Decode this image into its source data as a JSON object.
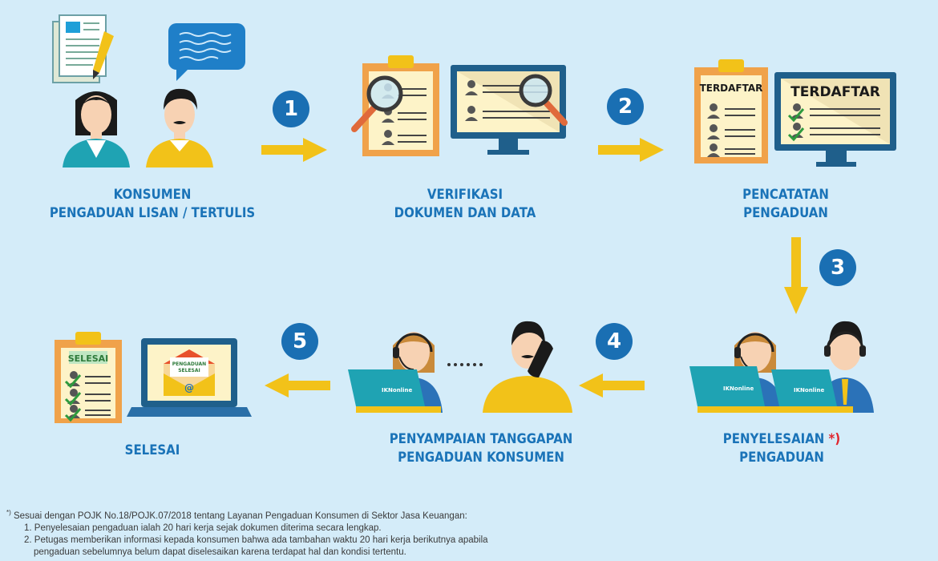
{
  "steps": {
    "consumer": {
      "line1": "KONSUMEN",
      "line2": "PENGADUAN LISAN / TERTULIS"
    },
    "verify": {
      "line1": "VERIFIKASI",
      "line2": "DOKUMEN DAN DATA"
    },
    "record": {
      "line1": "PENCATATAN",
      "line2": "PENGADUAN",
      "tag": "TERDAFTAR"
    },
    "resolve": {
      "line1": "PENYELESAIAN",
      "asterisk": "*)",
      "line2": "PENGADUAN"
    },
    "response": {
      "line1": "PENYAMPAIAN TANGGAPAN",
      "line2": "PENGADUAN KONSUMEN"
    },
    "done": {
      "line1": "SELESAI",
      "tag": "SELESAI",
      "envelope_line1": "PENGADUAN",
      "envelope_line2": "SELESAI",
      "envelope_at": "@"
    }
  },
  "badges": [
    "1",
    "2",
    "3",
    "4",
    "5"
  ],
  "laptop_logo": "IKNonline",
  "footnote": {
    "marker": "*)",
    "intro": "Sesuai dengan POJK No.18/POJK.07/2018 tentang Layanan Pengaduan Konsumen di Sektor Jasa Keuangan:",
    "item1": "1. Penyelesaian pengaduan ialah 20 hari kerja sejak dokumen diterima secara lengkap.",
    "item2a": "2. Petugas memberikan informasi kepada konsumen bahwa ada tambahan waktu 20 hari kerja berikutnya apabila",
    "item2b": "pengaduan sebelumnya belum dapat diselesaikan karena terdapat hal dan kondisi tertentu."
  },
  "colors": {
    "background": "#d4ecf9",
    "label_blue": "#1a73b8",
    "badge_blue": "#1a6fb3",
    "arrow_yellow": "#f2c219",
    "asterisk_red": "#e0262e"
  },
  "icons": [
    "document-pencil-icon",
    "chat-bubble-icon",
    "clipboard-icon",
    "monitor-icon",
    "magnifier-icon",
    "check-icon",
    "headset-agent-icon",
    "laptop-icon",
    "phone-icon",
    "envelope-icon"
  ]
}
